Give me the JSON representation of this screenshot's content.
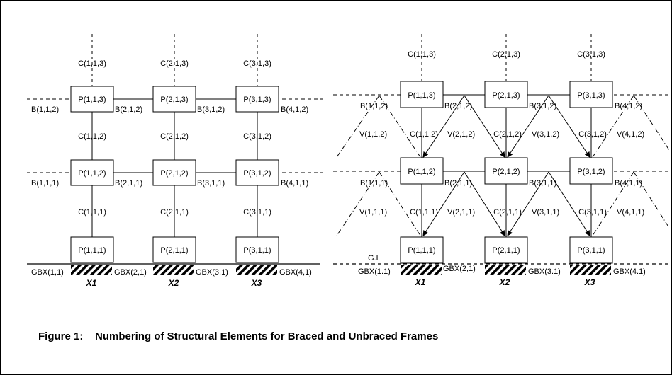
{
  "caption": "Figure 1:    Numbering of Structural Elements for Braced and Unbraced Frames",
  "unbraced": {
    "column_top": [
      "C(1,1,3)",
      "C(2,1,3)",
      "C(3,1,3)"
    ],
    "column_mid": [
      "C(1,1,2)",
      "C(2,1,2)",
      "C(3,1,2)"
    ],
    "column_low": [
      "C(1,1,1)",
      "C(2,1,1)",
      "C(3,1,1)"
    ],
    "nodes_level3": [
      "P(1,1,3)",
      "P(2,1,3)",
      "P(3,1,3)"
    ],
    "nodes_level2": [
      "P(1,1,2)",
      "P(2,1,2)",
      "P(3,1,2)"
    ],
    "nodes_level1": [
      "P(1,1,1)",
      "P(2,1,1)",
      "P(3,1,1)"
    ],
    "beams_level2": [
      "B(1,1,2)",
      "B(2,1,2)",
      "B(3,1,2)",
      "B(4,1,2)"
    ],
    "beams_level1": [
      "B(1,1,1)",
      "B(2,1,1)",
      "B(3,1,1)",
      "B(4,1,1)"
    ],
    "ground_beams": [
      "GBX(1,1)",
      "GBX(2,1)",
      "GBX(3,1)",
      "GBX(4,1)"
    ],
    "axes": [
      "X1",
      "X2",
      "X3"
    ]
  },
  "braced": {
    "column_top": [
      "C(1,1,3)",
      "C(2,1,3)",
      "C(3,1,3)"
    ],
    "column_mid": [
      "C(1,1,2)",
      "C(2,1,2)",
      "C(3,1,2)"
    ],
    "column_low": [
      "C(1,1,1)",
      "C(2,1,1)",
      "C(3,1,1)"
    ],
    "nodes_level3": [
      "P(1,1,3)",
      "P(2,1,3)",
      "P(3,1,3)"
    ],
    "nodes_level2": [
      "P(1,1,2)",
      "P(2,1,2)",
      "P(3,1,2)"
    ],
    "nodes_level1": [
      "P(1,1,1)",
      "P(2,1,1)",
      "P(3,1,1)"
    ],
    "beams_level2": [
      "B(1,1,2)",
      "B(2,1,2)",
      "B(3,1,2)",
      "B(4,1,2)"
    ],
    "beams_level1": [
      "B(1,1,1)",
      "B(2,1,1)",
      "B(3,1,1)",
      "B(4,1,1)"
    ],
    "braces_level2": [
      "V(1,1,2)",
      "V(2,1,2)",
      "V(3,1,2)",
      "V(4,1,2)"
    ],
    "braces_level1": [
      "V(1,1,1)",
      "V(2,1,1)",
      "V(3,1,1)",
      "V(4,1,1)"
    ],
    "ground_beams": [
      "GBX(1.1)",
      "GBX(2,1)",
      "GBX(3.1)",
      "GBX(4.1)"
    ],
    "ground_level": "G.L",
    "axes": [
      "X1",
      "X2",
      "X3"
    ]
  }
}
